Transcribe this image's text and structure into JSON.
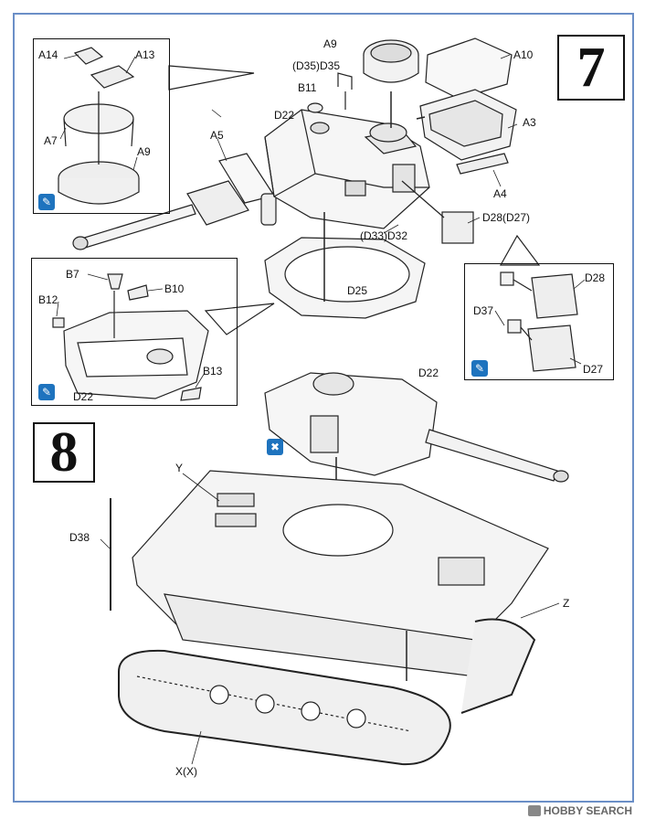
{
  "steps": {
    "step7": "7",
    "step8": "8"
  },
  "parts": {
    "a14": "A14",
    "a13": "A13",
    "a7": "A7",
    "a9_inset": "A9",
    "a9": "A9",
    "d35": "(D35)D35",
    "b11": "B11",
    "d22_top": "D22",
    "a5": "A5",
    "a10": "A10",
    "a3": "A3",
    "a4": "A4",
    "d28d27": "D28(D27)",
    "d33d32": "(D33)D32",
    "d25": "D25",
    "b7": "B7",
    "b10": "B10",
    "b12": "B12",
    "b13": "B13",
    "d22_inset": "D22",
    "d28": "D28",
    "d37": "D37",
    "d27": "D27",
    "d22_step8": "D22",
    "y": "Y",
    "d38": "D38",
    "z": "Z",
    "xx": "X(X)"
  },
  "watermark": {
    "text": "HOBBY SEARCH"
  },
  "colors": {
    "frame_border": "#6b8fc7",
    "badge_blue": "#1e73be",
    "line": "#222222",
    "part_fill": "#f2f2f2"
  }
}
